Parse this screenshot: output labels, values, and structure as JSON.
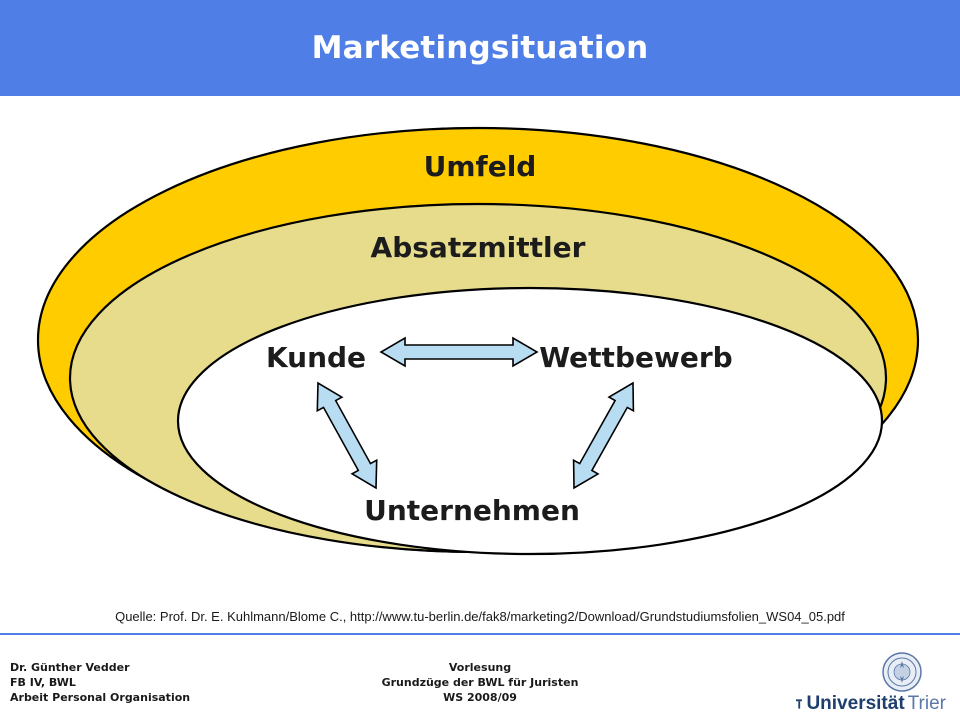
{
  "slide": {
    "title": "Marketingsituation"
  },
  "diagram": {
    "rings": [
      {
        "label": "Umfeld",
        "color": "#ffcc00"
      },
      {
        "label": "Absatzmittler",
        "color": "#e6dc8c"
      },
      {
        "label": "",
        "color": "#ffffff"
      }
    ],
    "nodes": {
      "kunde": "Kunde",
      "wettbewerb": "Wettbewerb",
      "unternehmen": "Unternehmen"
    },
    "arrow_color": "#b8dcf2",
    "arrows": [
      {
        "from": "Kunde",
        "to": "Wettbewerb"
      },
      {
        "from": "Kunde",
        "to": "Unternehmen"
      },
      {
        "from": "Wettbewerb",
        "to": "Unternehmen"
      }
    ]
  },
  "source": "Quelle: Prof. Dr. E. Kuhlmann/Blome C.,  http://www.tu-berlin.de/fak8/marketing2/Download/Grundstudiumsfolien_WS04_05.pdf",
  "footer": {
    "left": [
      "Dr. Günther Vedder",
      "FB IV, BWL",
      "Arbeit Personal Organisation"
    ],
    "center": [
      "Vorlesung",
      "Grundzüge der BWL für Juristen",
      "WS 2008/09"
    ]
  },
  "logo": {
    "name_bold": "Universität",
    "name_light": "Trier"
  },
  "colors": {
    "header": "#4f7fe6",
    "ring_outline": "#000000"
  }
}
